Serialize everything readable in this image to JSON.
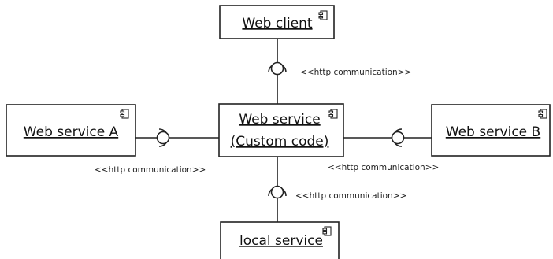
{
  "diagram": {
    "components": [
      {
        "id": "web-client",
        "lines": [
          "Web client"
        ]
      },
      {
        "id": "web-service",
        "lines": [
          "Web service",
          "(Custom code)"
        ]
      },
      {
        "id": "web-service-a",
        "lines": [
          "Web service A"
        ]
      },
      {
        "id": "web-service-b",
        "lines": [
          "Web service B"
        ]
      },
      {
        "id": "local-service",
        "lines": [
          "local service"
        ]
      }
    ],
    "connections": [
      {
        "id": "client-link",
        "stereotype": "<<http communication>>"
      },
      {
        "id": "a-link",
        "stereotype": "<<http communication>>"
      },
      {
        "id": "b-link",
        "stereotype": "<<http communication>>"
      },
      {
        "id": "local-link",
        "stereotype": "<<http communication>>"
      }
    ]
  }
}
